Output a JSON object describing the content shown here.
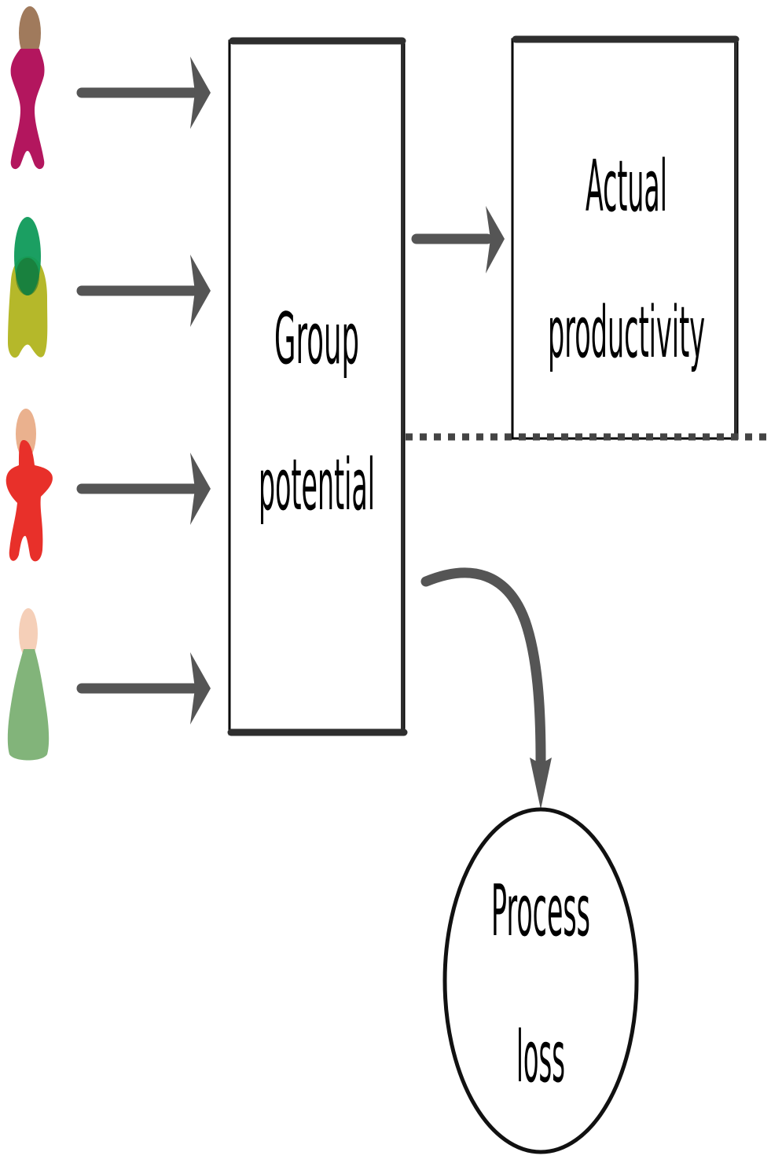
{
  "diagram": {
    "group_potential": {
      "line1": "Group",
      "line2": "potential"
    },
    "actual_productivity": {
      "line1": "Actual",
      "line2": "productivity"
    },
    "process_loss": {
      "line1": "Process",
      "line2": "loss"
    },
    "people": [
      {
        "name": "person-1",
        "head_color": "#a07a5c",
        "body_color": "#b3165e"
      },
      {
        "name": "person-2",
        "head_color": "#0f9a5a",
        "body_color": "#b5b82a"
      },
      {
        "name": "person-3",
        "head_color": "#eab18e",
        "body_color": "#e8302a"
      },
      {
        "name": "person-4",
        "head_color": "#f5cfb8",
        "body_color": "#82b47a"
      }
    ]
  }
}
